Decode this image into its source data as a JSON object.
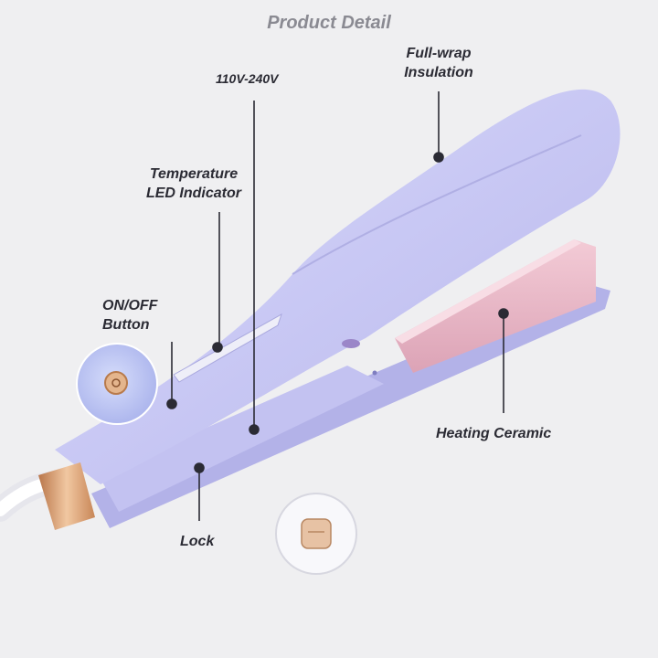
{
  "title": "Product Detail",
  "callouts": {
    "full_wrap": {
      "line1": "Full-wrap",
      "line2": "Insulation"
    },
    "voltage": "110V-240V",
    "temperature": {
      "line1": "Temperature",
      "line2": "LED Indicator"
    },
    "on_off": {
      "line1": "ON/OFF",
      "line2": "Button"
    },
    "heating": "Heating Ceramic",
    "lock": "Lock"
  },
  "colors": {
    "body": "#c8c8f3",
    "body_dark": "#a9a8e2",
    "plate": "#e9b8c8",
    "gold": "#d59a6e",
    "background": "#efeff1"
  },
  "icons": [
    "power-button-icon",
    "lock-switch-icon"
  ]
}
